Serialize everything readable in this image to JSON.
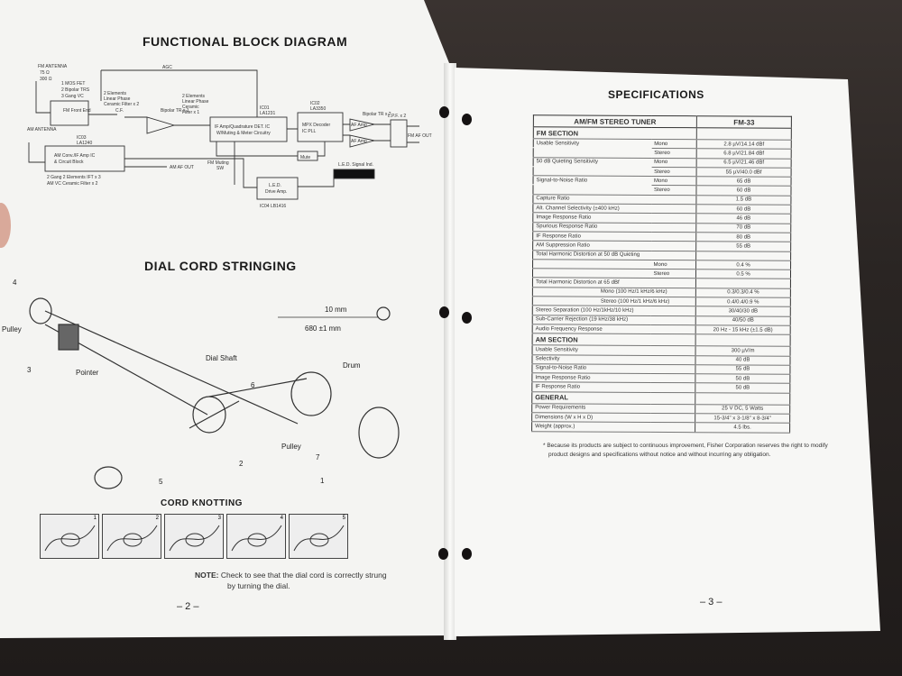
{
  "left_page": {
    "title1": "FUNCTIONAL BLOCK DIAGRAM",
    "title2": "DIAL CORD STRINGING",
    "title3": "CORD KNOTTING",
    "note_label": "NOTE:",
    "note_text1": "Check to see that the dial cord is correctly strung",
    "note_text2": "by turning the dial.",
    "page_number": "– 2 –",
    "block": {
      "fm_antenna": "FM ANTENNA",
      "ohm75": "75 Ω",
      "ohm300": "300 Ω",
      "front_end_parts": [
        "1 MOS FET",
        "2 Bipolar TRS",
        "3 Gang VC"
      ],
      "fm_front_end": "FM Front End",
      "agc": "AGC",
      "cf1_note": [
        "2 Elements",
        "Linear Phase",
        "Ceramic Filter x 2"
      ],
      "cf": "C.F.",
      "bipolar": "Bipolar TR x 1",
      "cf2_note": [
        "2 Elements",
        "Linear Phase",
        "Ceramic",
        "Filter x 1"
      ],
      "ic01": "IC01",
      "ic01_part": "LA1231",
      "if_amp": "IF Amp/Quadrature DET. IC",
      "if_amp2": "W/Muting & Meter Circuitry",
      "ic02": "IC02",
      "ic02_part": "LA3350",
      "mpx": "MPX Decoder",
      "mpx2": "IC PLL",
      "bipolar2": "Bipolar TR x 2",
      "af_amp": "AF Amp",
      "lpf": "L.P.F. x 2",
      "fm_af_out": "FM AF OUT",
      "am_antenna": "AM ANTENNA",
      "ic03": "IC03",
      "ic03_part": "LA1240",
      "am_conv": "AM Conv./IF Amp IC",
      "am_conv2": "& Circuit Block",
      "am_note1": "2 Gang 2 Elements IFT x 3",
      "am_note2": "AM VC Ceramic Filter x 2",
      "am_af_out": "AM AF OUT",
      "fm_muting": "FM Muting",
      "sw": "SW",
      "mute": "Mute",
      "led_drive": "L.E.D.",
      "led_drive2": "Drive Amp.",
      "ic04": "IC04 LB1416",
      "led_signal": "L.E.D. Signal Ind."
    },
    "dial": {
      "n4": "4",
      "n3": "3",
      "n6": "6",
      "n2": "2",
      "n7": "7",
      "n1": "1",
      "n5": "5",
      "pulley": "Pulley",
      "pointer": "Pointer",
      "dial_shaft": "Dial Shaft",
      "drum": "Drum",
      "pulley2": "Pulley",
      "mm10": "10 mm",
      "mm680": "680 ±1 mm"
    },
    "knots": [
      "1",
      "2",
      "3",
      "4",
      "5"
    ]
  },
  "right_page": {
    "title": "SPECIFICATIONS",
    "page_number": "– 3 –",
    "table": {
      "header": [
        "AM/FM STEREO TUNER",
        "FM-33"
      ],
      "rows": [
        {
          "s": "FM SECTION"
        },
        {
          "l": "Usable Sensitivity",
          "sub": "Mono",
          "v": "2.8 µV/14.14 dBf"
        },
        {
          "l": "",
          "sub": "Stereo",
          "v": "6.8 µV/21.84 dBf"
        },
        {
          "l": "50 dB Quieting Sensitivity",
          "sub": "Mono",
          "v": "6.5 µV/21.46 dBf"
        },
        {
          "l": "",
          "sub": "Stereo",
          "v": "55 µV/40.0 dBf"
        },
        {
          "l": "Signal-to-Noise Ratio",
          "sub": "Mono",
          "v": "65 dB"
        },
        {
          "l": "",
          "sub": "Stereo",
          "v": "60 dB"
        },
        {
          "l": "Capture Ratio",
          "v": "1.5 dB"
        },
        {
          "l": "Alt. Channel Selectivity (±400 kHz)",
          "v": "60 dB"
        },
        {
          "l": "Image Response Ratio",
          "v": "46 dB"
        },
        {
          "l": "Spurious Response Ratio",
          "v": "70 dB"
        },
        {
          "l": "IF Response Ratio",
          "v": "80 dB"
        },
        {
          "l": "AM Suppression Ratio",
          "v": "55 dB"
        },
        {
          "l": "Total Harmonic Distortion at 50 dB Quieting",
          "v": ""
        },
        {
          "l": "",
          "sub": "Mono",
          "v": "0.4 %"
        },
        {
          "l": "",
          "sub": "Stereo",
          "v": "0.5 %"
        },
        {
          "l": "Total Harmonic Distortion at 65 dBf",
          "v": ""
        },
        {
          "l": "",
          "sub": "Mono (100 Hz/1 kHz/6 kHz)",
          "v": "0.3/0.3/0.4 %"
        },
        {
          "l": "",
          "sub": "Stereo (100 Hz/1 kHz/6 kHz)",
          "v": "0.4/0.4/0.9 %"
        },
        {
          "l": "Stereo Separation (100 Hz/1kHz/10 kHz)",
          "v": "30/40/30 dB"
        },
        {
          "l": "Sub-Carrier Rejection (19 kHz/38 kHz)",
          "v": "40/50 dB"
        },
        {
          "l": "Audio Frequency Response",
          "v": "20 Hz - 15 kHz (±1.5 dB)"
        },
        {
          "s": "AM SECTION"
        },
        {
          "l": "Usable Sensitivity",
          "v": "300 µV/m"
        },
        {
          "l": "Selectivity",
          "v": "40 dB"
        },
        {
          "l": "Signal-to-Noise Ratio",
          "v": "55 dB"
        },
        {
          "l": "Image Response Ratio",
          "v": "50 dB"
        },
        {
          "l": "IF Response Ratio",
          "v": "50 dB"
        },
        {
          "s": "GENERAL"
        },
        {
          "l": "Power Requirements",
          "v": "25 V DC, 5 Watts"
        },
        {
          "l": "Dimensions (W x H x D)",
          "v": "15-3/4\" x 3-1/8\" x 8-3/4\""
        },
        {
          "l": "Weight (approx.)",
          "v": "4.5 lbs."
        }
      ]
    },
    "footnote1": "* Because its products are subject to continuous improvement, Fisher Corporation reserves the right to modify",
    "footnote2": "product designs and specifications without notice and without incurring any obligation."
  }
}
